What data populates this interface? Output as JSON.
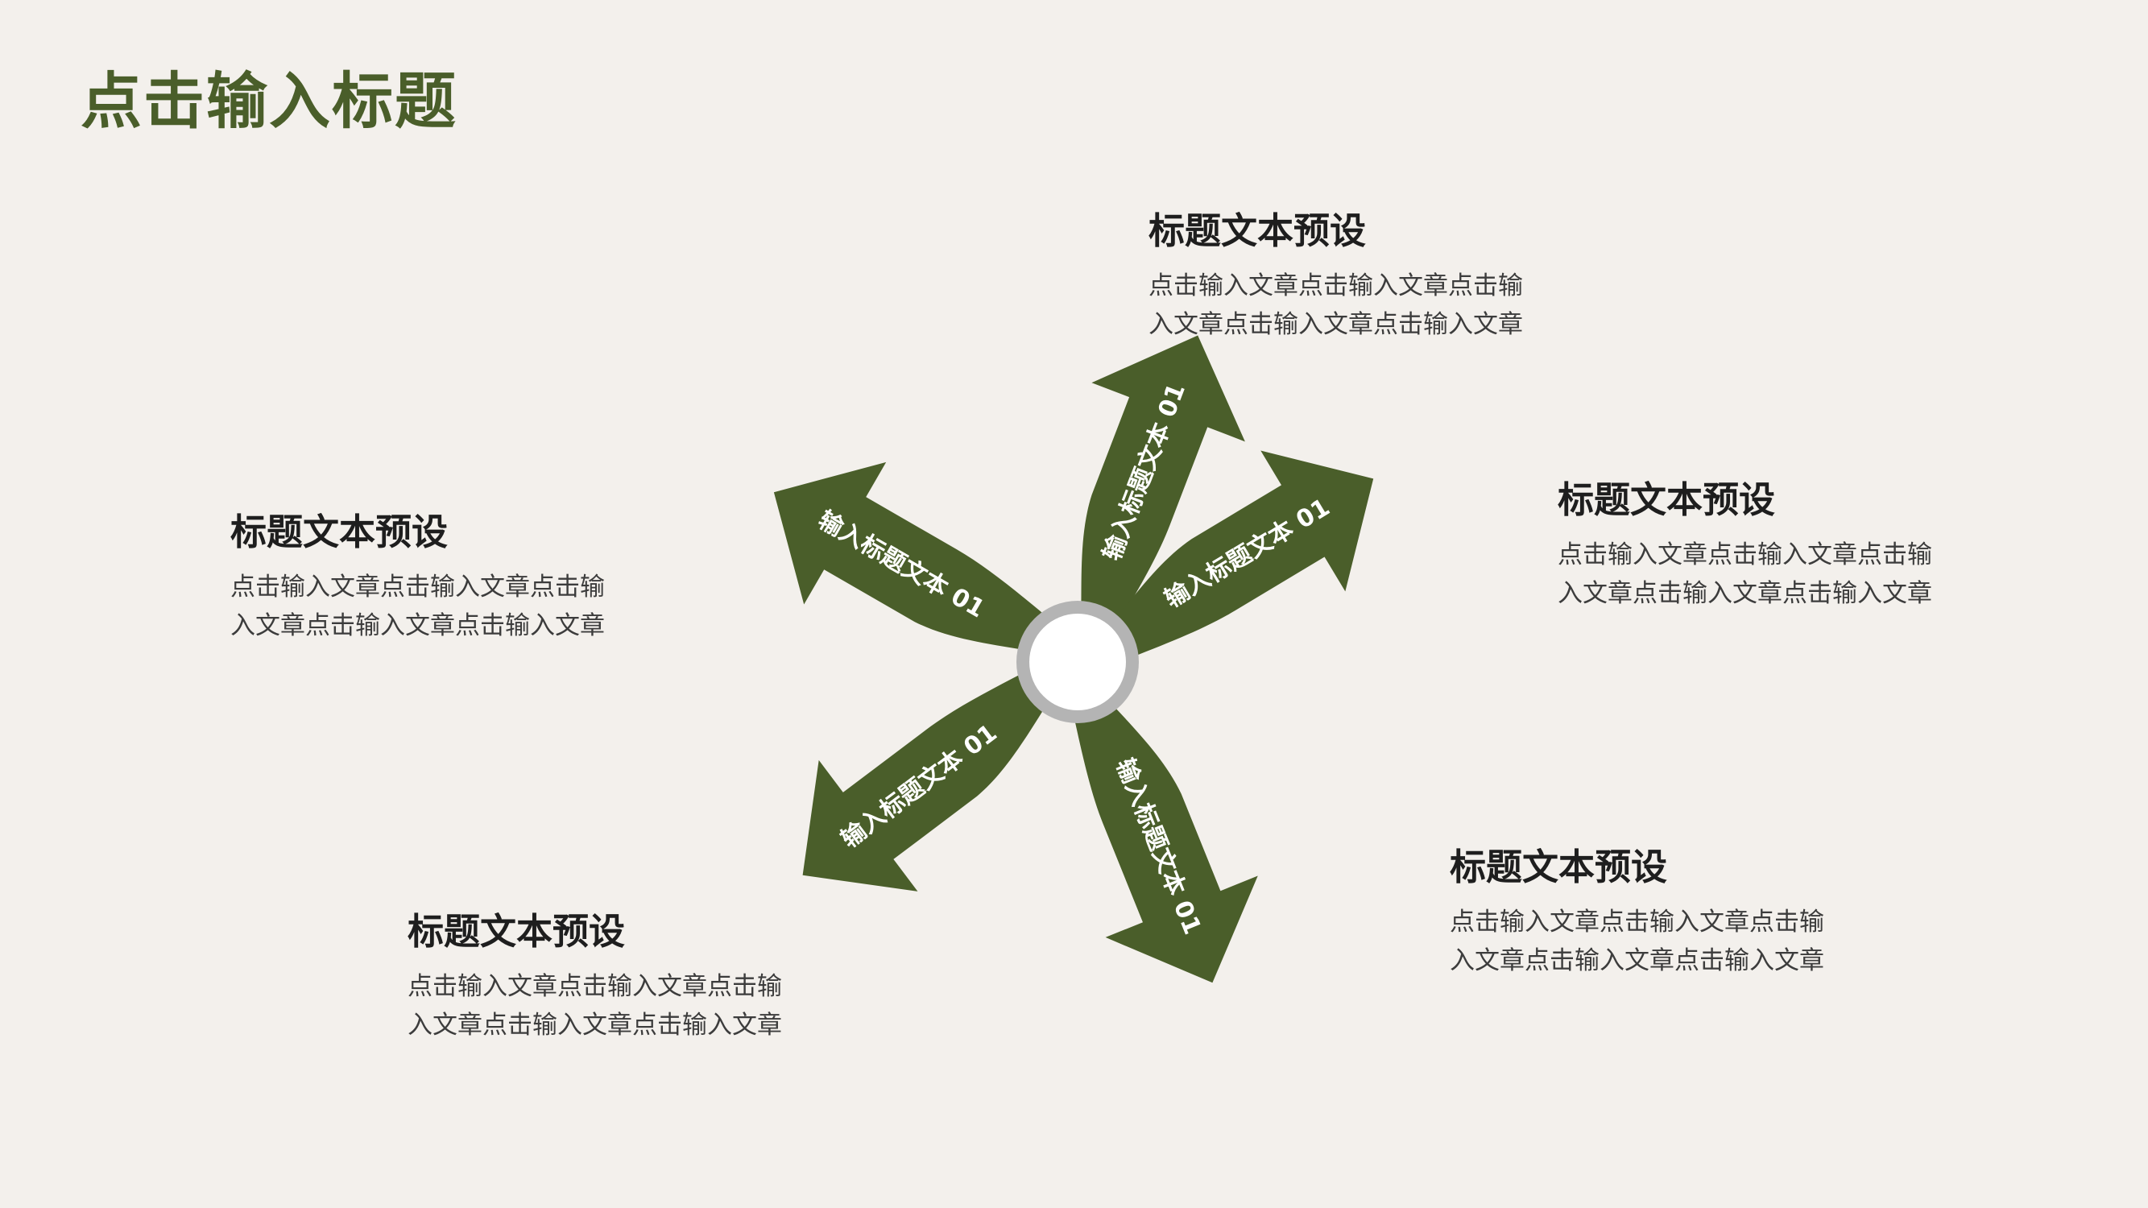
{
  "title": "点击输入标题",
  "colors": {
    "accent": "#4a5e2a",
    "background": "#f3f0ec",
    "hub_ring": "#b4b4b4",
    "hub_fill": "#ffffff"
  },
  "arrows": [
    {
      "label": "输入标题文本 01"
    },
    {
      "label": "输入标题文本 01"
    },
    {
      "label": "输入标题文本 01"
    },
    {
      "label": "输入标题文本 01"
    },
    {
      "label": "输入标题文本 01"
    }
  ],
  "blocks": [
    {
      "heading": "标题文本预设",
      "lines": [
        "点击输入文章点击输入文章点击输",
        "入文章点击输入文章点击输入文章"
      ]
    },
    {
      "heading": "标题文本预设",
      "lines": [
        "点击输入文章点击输入文章点击输",
        "入文章点击输入文章点击输入文章"
      ]
    },
    {
      "heading": "标题文本预设",
      "lines": [
        "点击输入文章点击输入文章点击输",
        "入文章点击输入文章点击输入文章"
      ]
    },
    {
      "heading": "标题文本预设",
      "lines": [
        "点击输入文章点击输入文章点击输",
        "入文章点击输入文章点击输入文章"
      ]
    },
    {
      "heading": "标题文本预设",
      "lines": [
        "点击输入文章点击输入文章点击输",
        "入文章点击输入文章点击输入文章"
      ]
    }
  ]
}
